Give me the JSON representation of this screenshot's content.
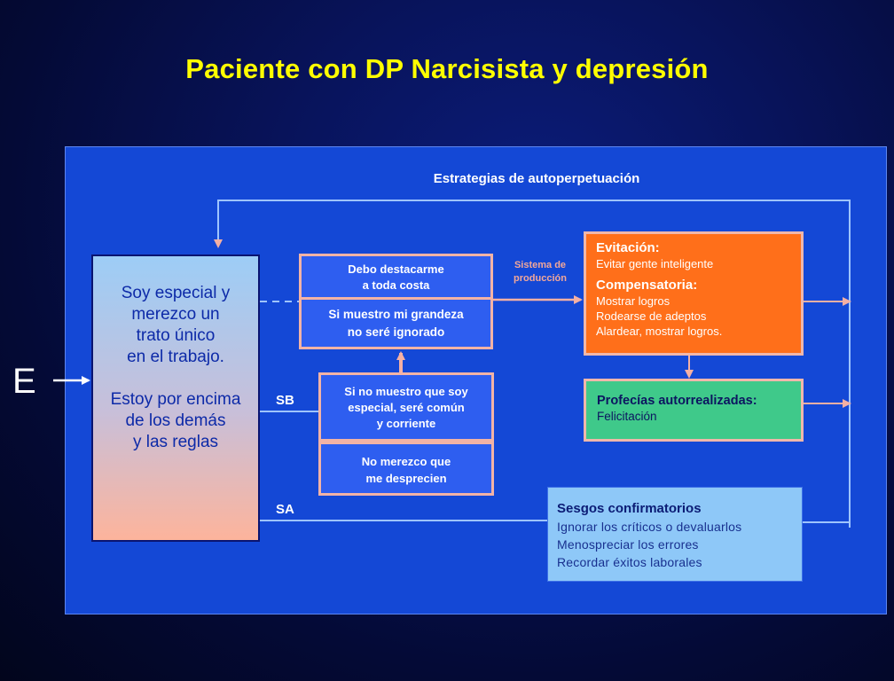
{
  "slide": {
    "title": "Paciente con DP Narcisista y depresión"
  },
  "diagram": {
    "strategies_label": "Estrategias de autoperpetuación",
    "entry_letter": "E",
    "core_belief": {
      "line1": "Soy especial y",
      "line2": "merezco un",
      "line3": "trato único",
      "line4": "en el trabajo.",
      "line5": "Estoy por encima",
      "line6": "de los demás",
      "line7": "y las reglas"
    },
    "box_debo": {
      "line1": "Debo destacarme",
      "line2": "a toda costa"
    },
    "box_grandeza": {
      "line1": "Si muestro mi grandeza",
      "line2": "no seré ignorado"
    },
    "box_especial": {
      "line1": "Si no muestro que soy",
      "line2": "especial, seré común",
      "line3": "y corriente"
    },
    "box_merezco": {
      "line1": "No merezco que",
      "line2": "me desprecien"
    },
    "sistema_label": {
      "line1": "Sistema de",
      "line2": "producción"
    },
    "evitacion": {
      "heading": "Evitación:",
      "item1": "Evitar gente inteligente",
      "heading2": "Compensatoria:",
      "item2": "Mostrar logros",
      "item3": "Rodearse de adeptos",
      "item4": "Alardear, mostrar logros."
    },
    "profecias": {
      "heading": "Profecías autorrealizadas:",
      "item1": "Felicitación"
    },
    "sesgos": {
      "heading": "Sesgos confirmatorios",
      "item1": "Ignorar los críticos o devaluarlos",
      "item2": "Menospreciar los errores",
      "item3": "Recordar éxitos laborales"
    },
    "sb_label": "SB",
    "sa_label": "SA",
    "colors": {
      "title": "#ffff00",
      "panel": "#1448d6",
      "box_blue": "#2e5ef0",
      "box_orange": "#ff6f1a",
      "box_green": "#3fc98a",
      "box_light_blue": "#8ec8f8",
      "connector": "#f4b0a4",
      "feedback_line": "#9ec4ff"
    }
  }
}
